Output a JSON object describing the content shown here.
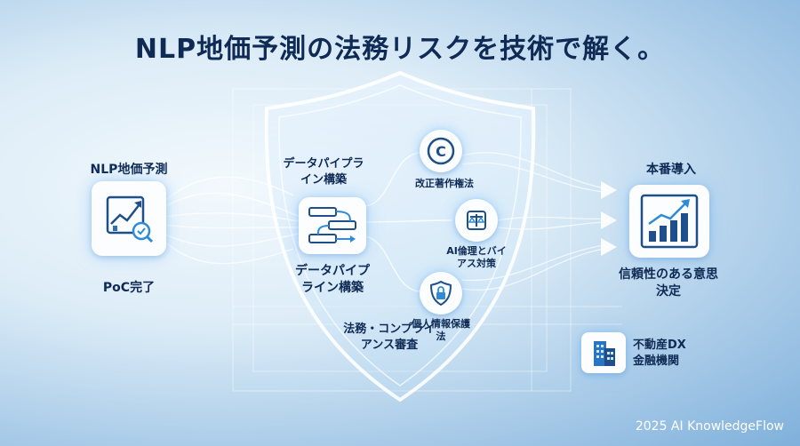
{
  "title": "NLP地価予測の法務リスクを技術で解く。",
  "left": {
    "heading": "NLP地価予測",
    "caption": "PoC完了"
  },
  "pipeline": {
    "heading": "データパイプライン構築",
    "caption": "データパイプライン構築"
  },
  "checks": [
    {
      "label": "改正著作権法",
      "icon": "copyright-icon"
    },
    {
      "label": "AI倫理とバイアス対策",
      "icon": "scales-icon"
    },
    {
      "label": "個人情報保護法",
      "icon": "lock-shield-icon"
    }
  ],
  "review": "法務・コンプライアンス審査",
  "right": {
    "heading": "本番導入",
    "caption": "信頼性のある意思決定"
  },
  "org": "不動産DX 金融機関",
  "footer": "2025 AI KnowledgeFlow"
}
